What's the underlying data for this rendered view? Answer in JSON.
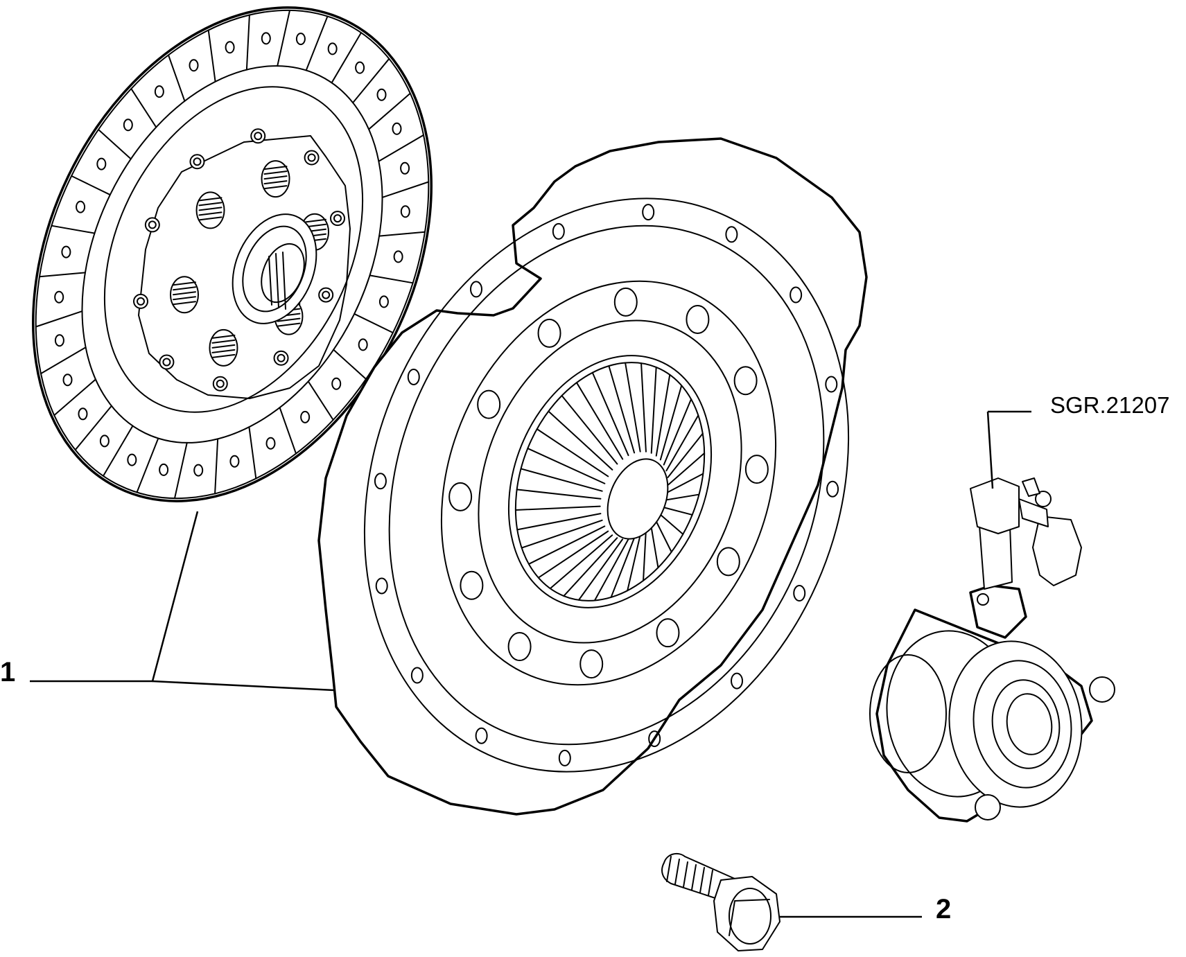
{
  "callouts": {
    "part1": "1",
    "part2": "2",
    "reference_code": "SGR.21207"
  }
}
